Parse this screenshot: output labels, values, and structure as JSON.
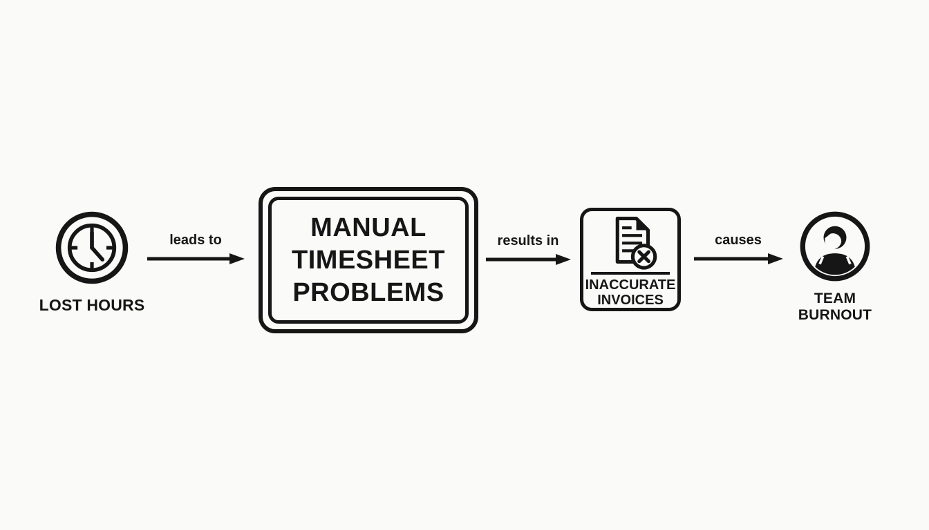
{
  "diagram": {
    "colors": {
      "background": "#fafaf8",
      "ink": "#161616"
    },
    "nodes": {
      "lost_hours": {
        "icon": "clock-icon",
        "label": "LOST HOURS"
      },
      "manual_timesheet_problems": {
        "lines": [
          "MANUAL",
          "TIMESHEET",
          "PROBLEMS"
        ]
      },
      "inaccurate_invoices": {
        "icon": "invoice-error-icon",
        "lines": [
          "INACCURATE",
          "INVOICES"
        ]
      },
      "team_burnout": {
        "icon": "person-icon",
        "lines": [
          "TEAM",
          "BURNOUT"
        ]
      }
    },
    "edges": [
      {
        "from": "lost_hours",
        "to": "manual_timesheet_problems",
        "label": "leads to"
      },
      {
        "from": "manual_timesheet_problems",
        "to": "inaccurate_invoices",
        "label": "results in"
      },
      {
        "from": "inaccurate_invoices",
        "to": "team_burnout",
        "label": "causes"
      }
    ]
  }
}
